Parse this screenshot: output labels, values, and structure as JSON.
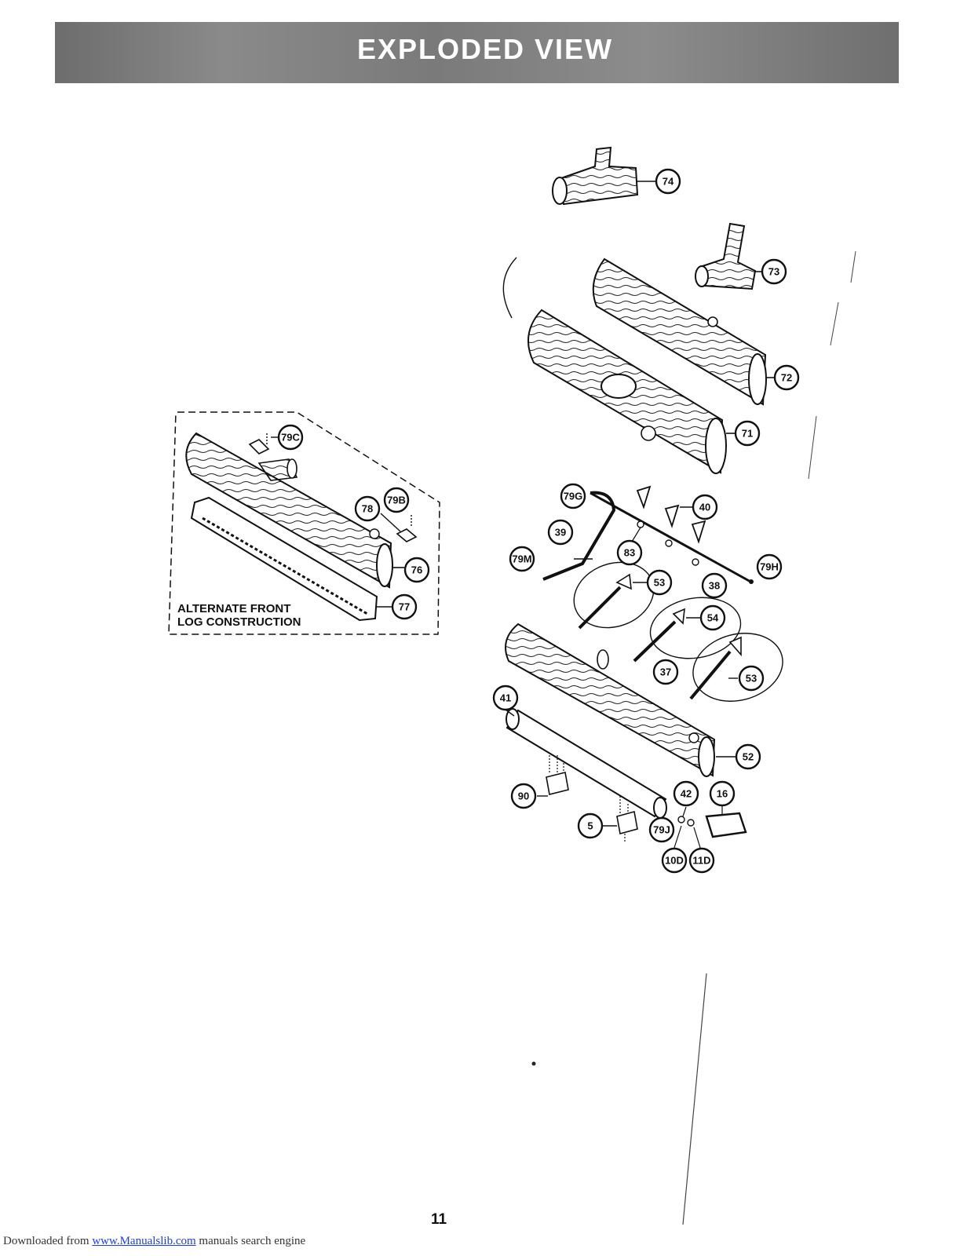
{
  "header": {
    "title": "EXPLODED VIEW"
  },
  "inset": {
    "caption_line1": "ALTERNATE FRONT",
    "caption_line2": "LOG CONSTRUCTION"
  },
  "callouts": {
    "c74": "74",
    "c73": "73",
    "c72": "72",
    "c71": "71",
    "c79C": "79C",
    "c79B": "79B",
    "c78": "78",
    "c76": "76",
    "c77": "77",
    "c79G": "79G",
    "c40": "40",
    "c39": "39",
    "c83": "83",
    "c79M": "79M",
    "c79H": "79H",
    "c38": "38",
    "c53a": "53",
    "c54": "54",
    "c37": "37",
    "c53b": "53",
    "c41": "41",
    "c52": "52",
    "c90": "90",
    "c42": "42",
    "c16": "16",
    "c5": "5",
    "c79J": "79J",
    "c10D": "10D",
    "c11D": "11D"
  },
  "page_number": "11",
  "footer": {
    "prefix": "Downloaded from ",
    "link_text": "www.Manualslib.com",
    "suffix": "  manuals search engine"
  }
}
